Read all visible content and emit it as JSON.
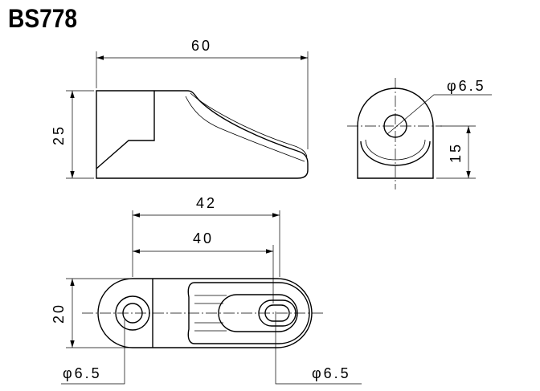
{
  "title": "BS778",
  "views": {
    "side": {
      "length_label": "60",
      "height_label": "25"
    },
    "end": {
      "hole_label": "φ6.5",
      "height_label": "15"
    },
    "top": {
      "outer_length_label": "42",
      "inner_length_label": "40",
      "height_label": "20",
      "left_hole_label": "φ6.5",
      "right_hole_label": "φ6.5"
    }
  },
  "colors": {
    "line": "#000000",
    "background": "#ffffff"
  }
}
